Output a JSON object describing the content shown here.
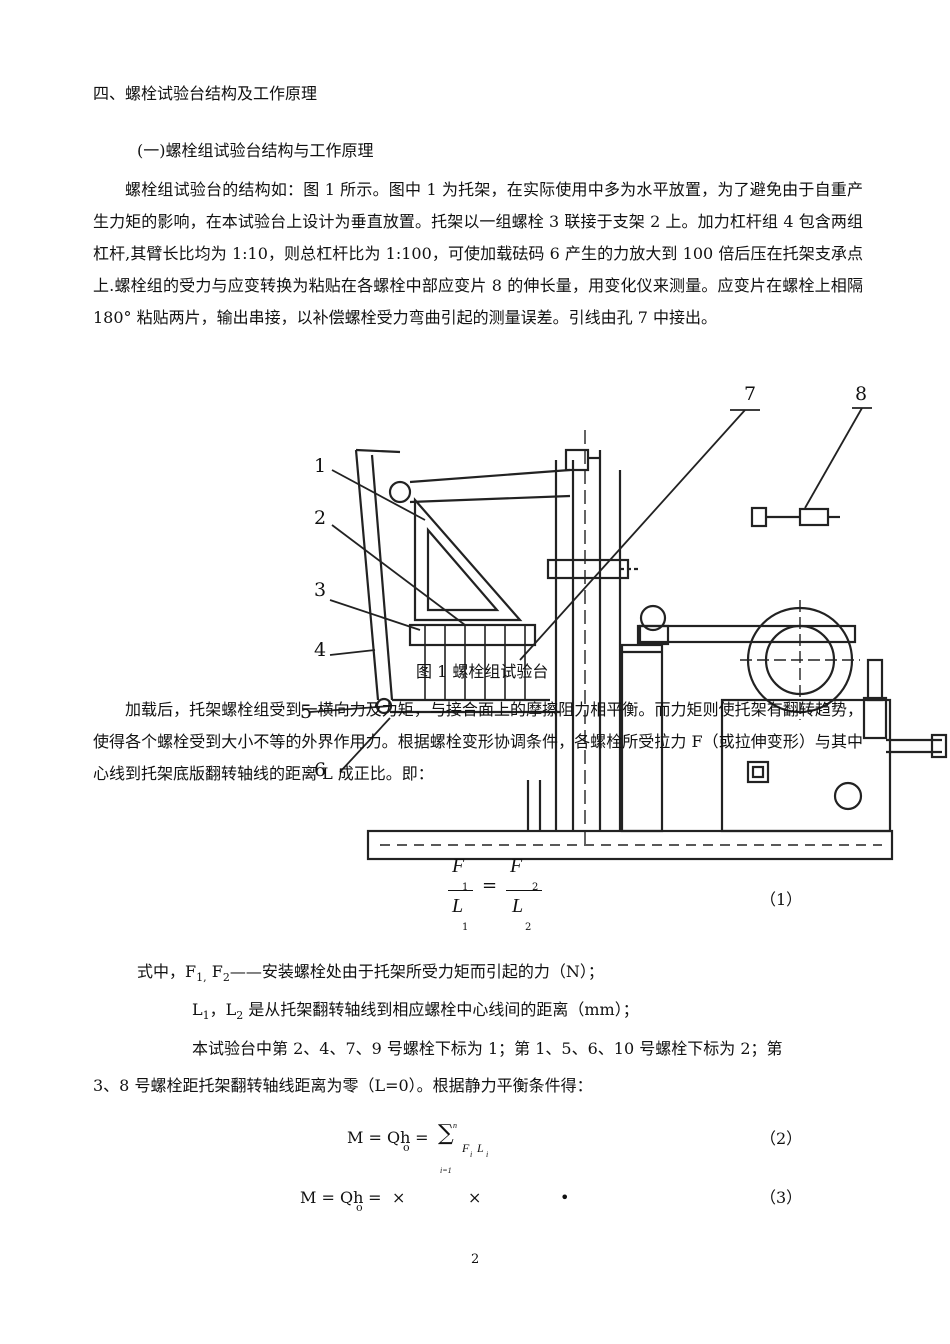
{
  "heading": "四、螺栓试验台结构及工作原理",
  "subheading": "(一)螺栓组试验台结构与工作原理",
  "para1": "螺栓组试验台的结构如：图 1 所示。图中 1 为托架，在实际使用中多为水平放置，为了避免由于自重产生力矩的影响，在本试验台上设计为垂直放置。托架以一组螺栓 3 联接于支架 2 上。加力杠杆组 4 包含两组杠杆,其臂长比均为 1:10，则总杠杆比为 1:100，可使加载砝码 6 产生的力放大到 100 倍后压在托架支承点上.螺栓组的受力与应变转换为粘贴在各螺栓中部应变片 8 的伸长量，用变化仪来测量。应变片在螺栓上相隔 180° 粘贴两片，输出串接，以补偿螺栓受力弯曲引起的测量误差。引线由孔 7 中接出。",
  "figure": {
    "caption": "图 1 螺栓组试验台",
    "labels": [
      "1",
      "2",
      "3",
      "4",
      "5",
      "6",
      "7",
      "8"
    ]
  },
  "para2": "加载后，托架螺栓组受到一横向力及力矩，与接合面上的摩擦阻力相平衡。而力矩则使托架有翻转趋势，使得各个螺栓受到大小不等的外界作用力。根据螺栓变形协调条件，各螺栓所受拉力 F（或拉伸变形）与其中心线到托架底版翻转轴线的距离 L 成正比。即：",
  "eq1": {
    "F": "F",
    "L": "L",
    "eq": "=",
    "sub1": "1",
    "sub2": "2",
    "number": "（1）"
  },
  "where": {
    "prefix": "式中，",
    "F1": "F",
    "F1sub": "1,",
    "F2": "F",
    "F2sub": "2",
    "F_text": "——安装螺栓处由于托架所受力矩而引起的力（N）；",
    "L1": "L",
    "L1sub": "1",
    "sep": "，",
    "L2": "L",
    "L2sub": "2",
    "L_text": "是从托架翻转轴线到相应螺栓中心线间的距离（mm）；"
  },
  "para3_line1": "本试验台中第 2、4、7、9 号螺栓下标为 1；第 1、5、6、10 号螺栓下标为 2；第",
  "para3_line2": "3、8 号螺栓距托架翻转轴线距离为零（L=0）。根据静力平衡条件得：",
  "eq2": {
    "lhs": "M = Qh",
    "lhs_sub": "o",
    "eq": " = ",
    "sum": "∑",
    "upper": "n",
    "lower": "i=1",
    "term_F": "F",
    "term_L": "L",
    "sub_i": "i",
    "number": "（2）"
  },
  "eq3": {
    "lhs": "M = Qh",
    "lhs_sub": "o",
    "eq": " = ",
    "times1": "×",
    "times2": "×",
    "dot": "•",
    "number": "（3）"
  },
  "page_number": "2"
}
